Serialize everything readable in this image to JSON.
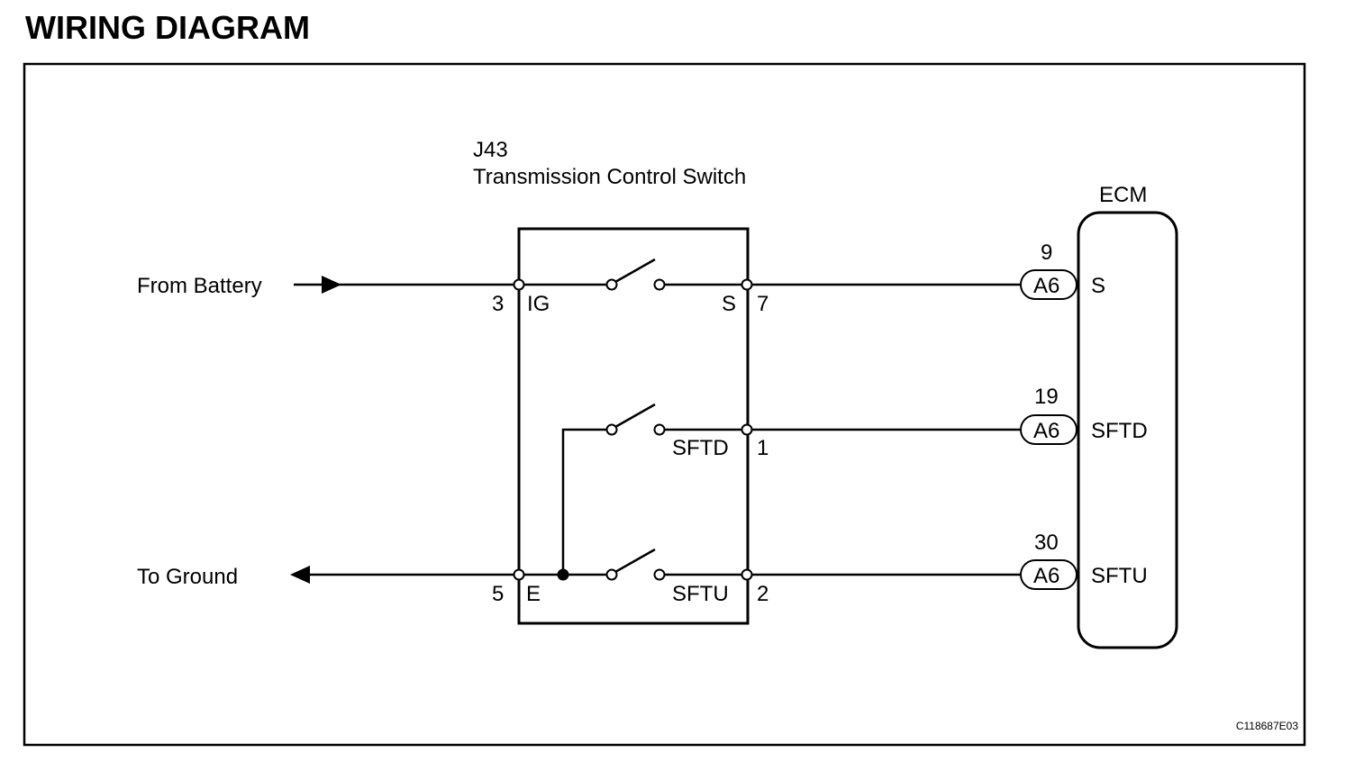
{
  "title": "WIRING DIAGRAM",
  "switch": {
    "code": "J43",
    "name": "Transmission Control Switch",
    "pins": {
      "ig": {
        "number": "3",
        "name": "IG"
      },
      "s": {
        "number": "7",
        "name": "S"
      },
      "sftd": {
        "number": "1",
        "name": "SFTD"
      },
      "e": {
        "number": "5",
        "name": "E"
      },
      "sftu": {
        "number": "2",
        "name": "SFTU"
      }
    }
  },
  "ecm": {
    "name": "ECM",
    "connections": [
      {
        "pin": "9",
        "connector": "A6",
        "signal": "S"
      },
      {
        "pin": "19",
        "connector": "A6",
        "signal": "SFTD"
      },
      {
        "pin": "30",
        "connector": "A6",
        "signal": "SFTU"
      }
    ]
  },
  "labels": {
    "from_battery": "From Battery",
    "to_ground": "To Ground"
  },
  "figure_code": "C118687E03"
}
